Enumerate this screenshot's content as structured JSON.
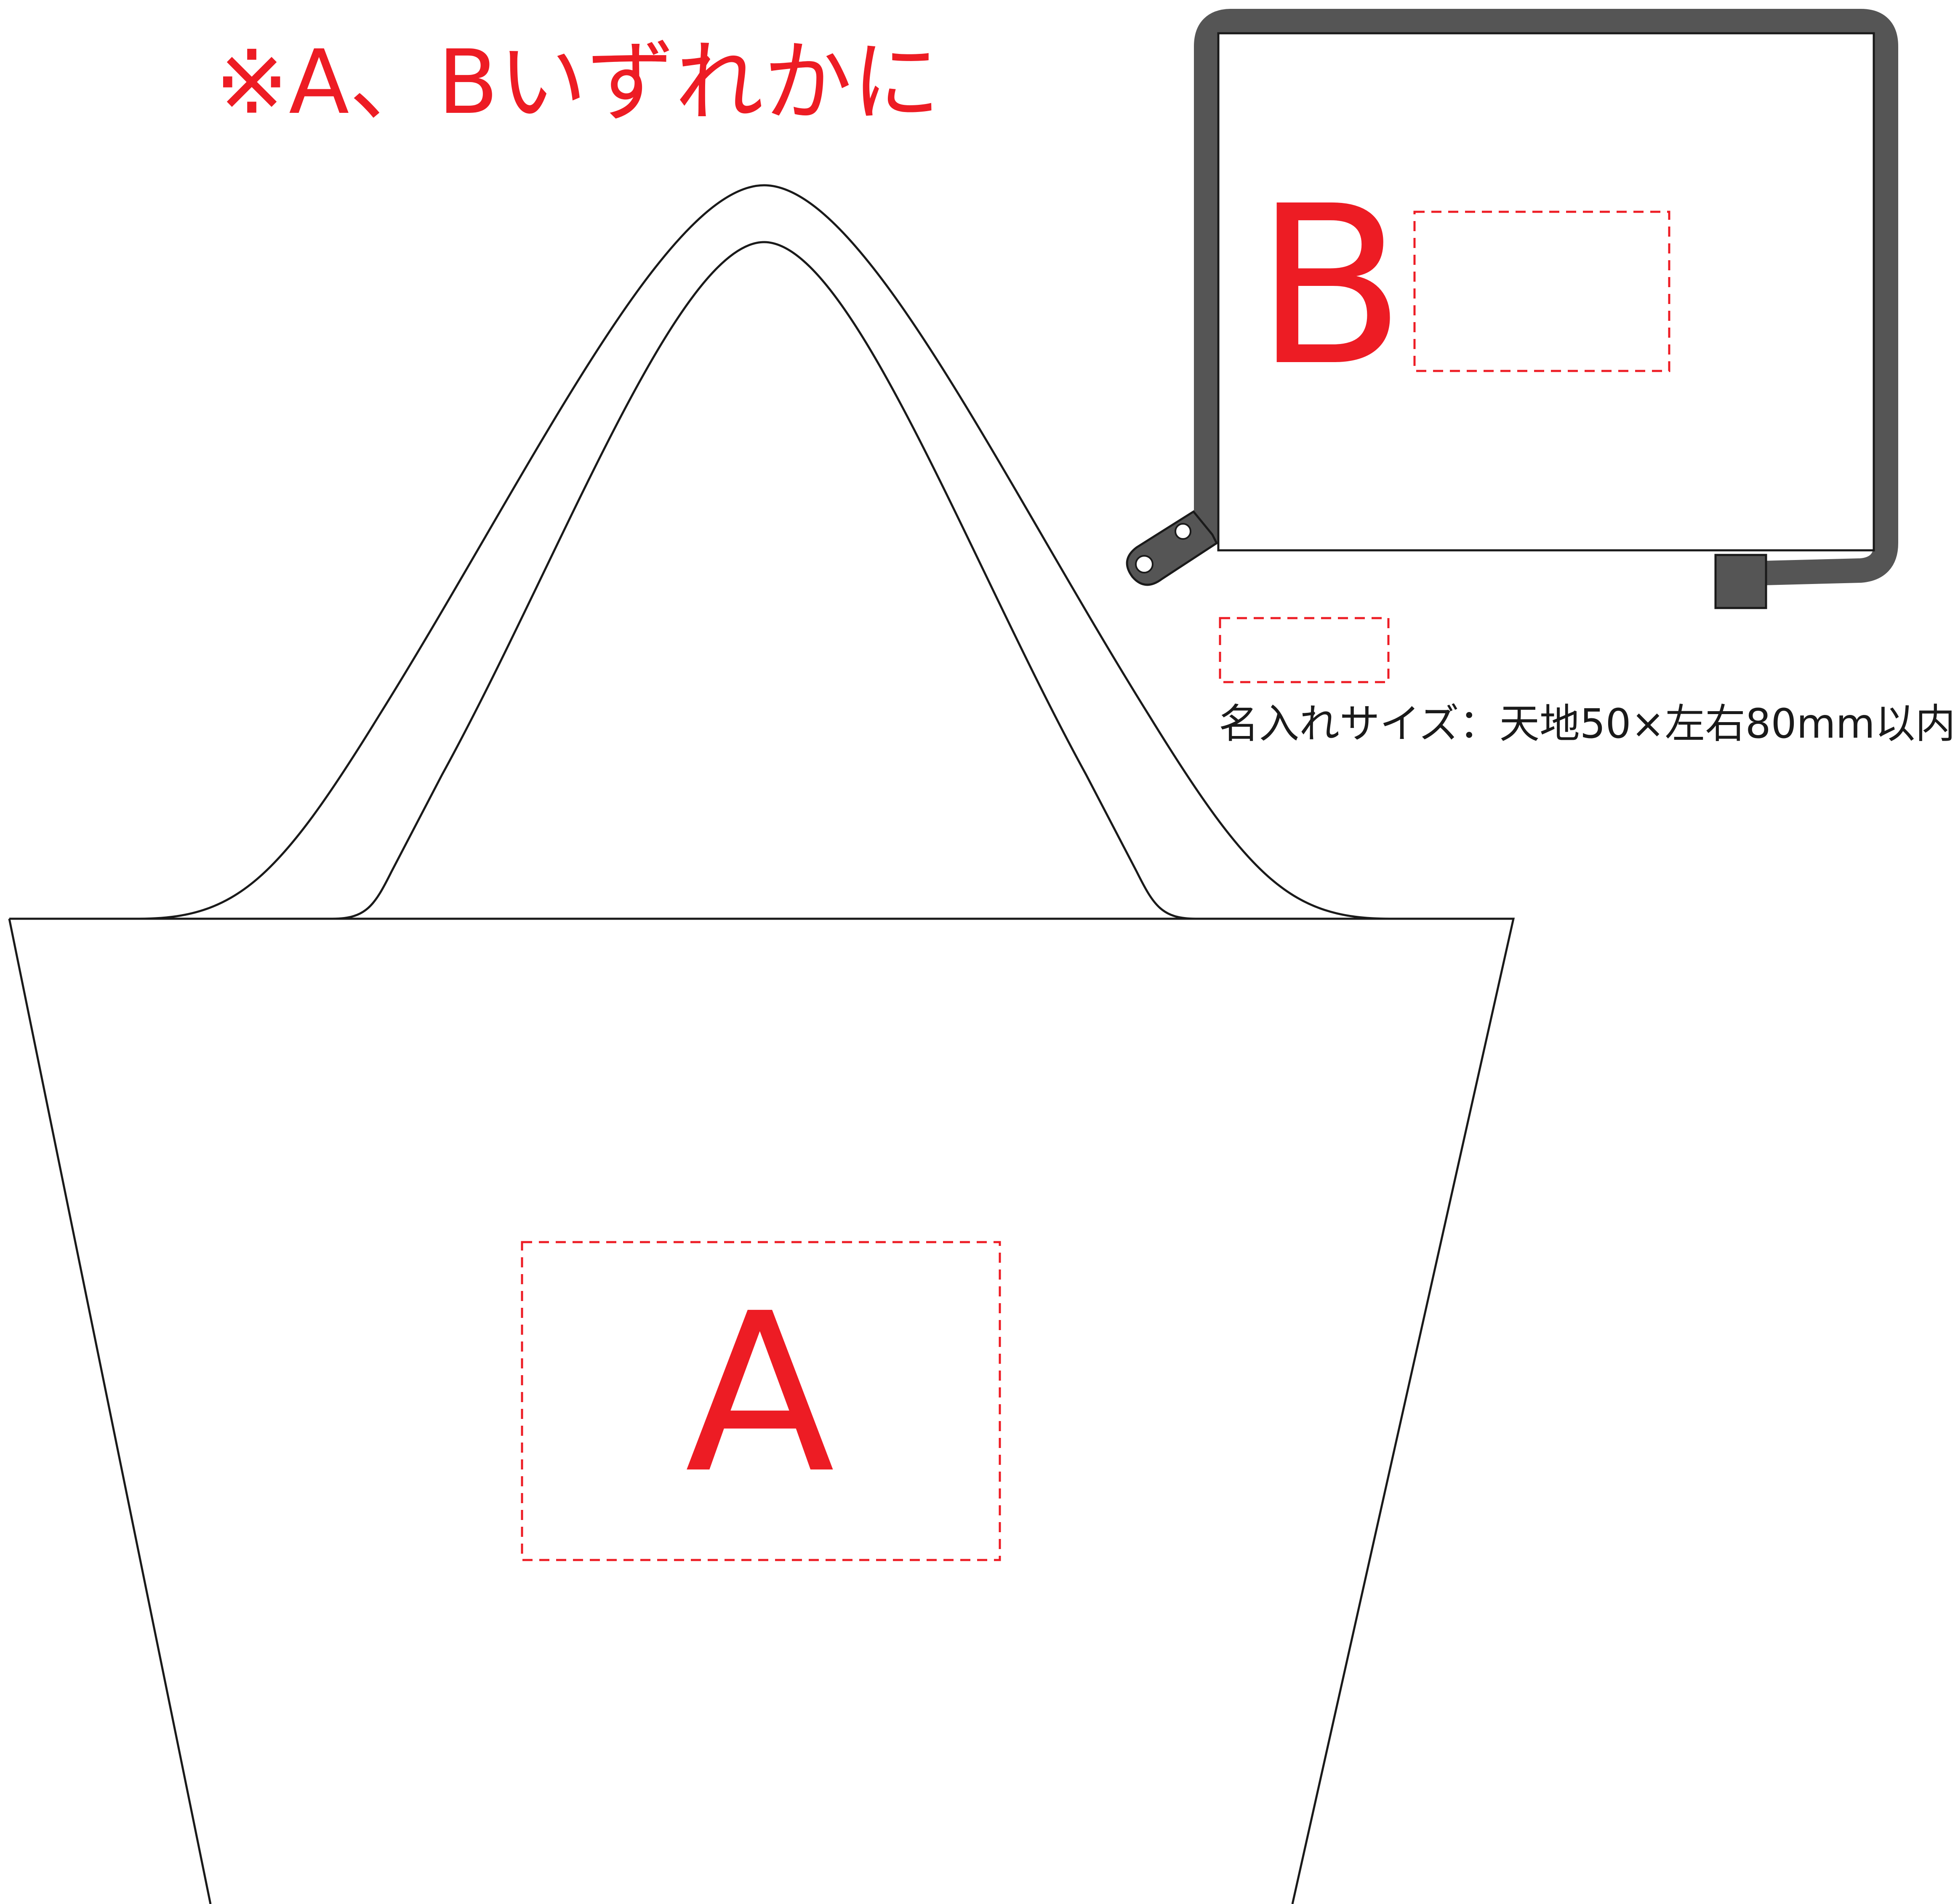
{
  "note": "※A、Bいずれかに",
  "print_area_a": {
    "label": "A"
  },
  "print_area_b": {
    "label": "B"
  },
  "size_note": "名入れサイズ：天地50×左右80mm以内",
  "colors": {
    "accent_red": "#ed1c24",
    "outline": "#1a1a1a",
    "pouch_trim": "#555555"
  }
}
